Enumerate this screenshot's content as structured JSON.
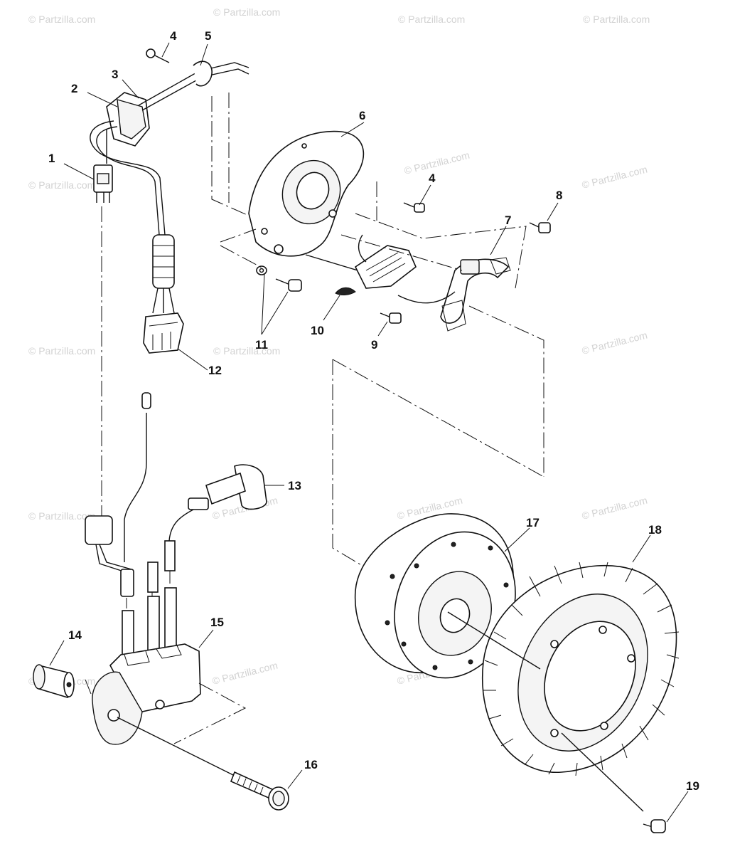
{
  "watermark": "© Partzilla.com",
  "callouts": [
    "1",
    "2",
    "3",
    "4",
    "4",
    "5",
    "6",
    "7",
    "8",
    "9",
    "10",
    "11",
    "12",
    "13",
    "14",
    "15",
    "16",
    "17",
    "18",
    "19"
  ]
}
